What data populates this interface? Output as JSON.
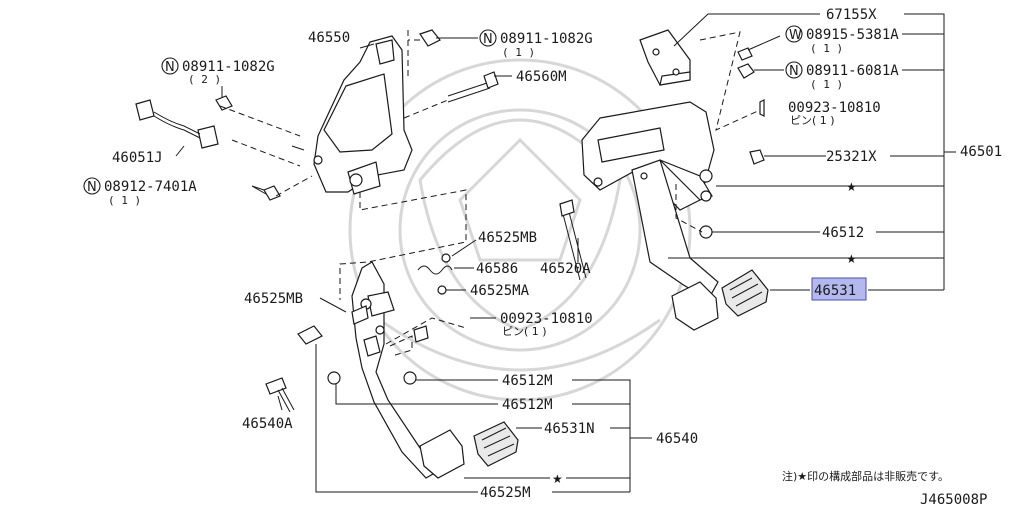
{
  "labels": {
    "p67155x": "67155X",
    "p08915_5381a": "08915-5381A",
    "p08915_5381a_qty": "( 1 )",
    "p08911_6081a": "08911-6081A",
    "p08911_6081a_qty": "( 1 )",
    "p00923_10810_top": "00923-10810",
    "p00923_10810_top_pin": "ピン( 1 )",
    "p25321x": "25321X",
    "p46501": "46501",
    "p46512": "46512",
    "p46531": "46531",
    "p46550": "46550",
    "p08911_1082g_top": "08911-1082G",
    "p08911_1082g_top_qty": "( 1 )",
    "p46560m": "46560M",
    "p08911_1082g_left": "08911-1082G",
    "p08911_1082g_left_qty": "( 2 )",
    "p46051j": "46051J",
    "p08912_7401a": "08912-7401A",
    "p08912_7401a_qty": "( 1 )",
    "p46525mb_right": "46525MB",
    "p46586": "46586",
    "p46520a": "46520A",
    "p46525ma": "46525MA",
    "p46525mb_left": "46525MB",
    "p00923_10810_mid": "00923-10810",
    "p00923_10810_mid_pin": "ピン( 1 )",
    "p46512m_a": "46512M",
    "p46512m_b": "46512M",
    "p46540a": "46540A",
    "p46531n": "46531N",
    "p46540": "46540",
    "p46525m": "46525M"
  },
  "circled": {
    "w": "W",
    "n": "N"
  },
  "star": "★",
  "note": "注)★印の構成部品は非販売です。",
  "diagram_code": "J465008P",
  "highlight_color": "#b3b8ee"
}
